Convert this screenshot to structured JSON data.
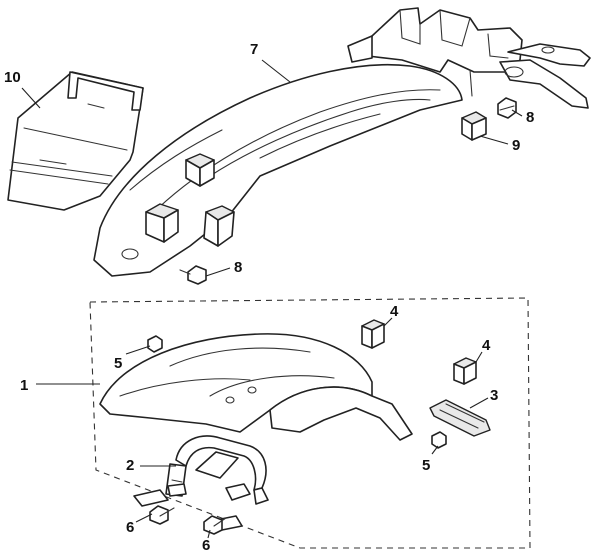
{
  "callouts": {
    "c1": "1",
    "c2": "2",
    "c3": "3",
    "c4a": "4",
    "c4b": "4",
    "c5a": "5",
    "c5b": "5",
    "c6a": "6",
    "c6b": "6",
    "c7": "7",
    "c8a": "8",
    "c8b": "8",
    "c9": "9",
    "c10": "10"
  }
}
